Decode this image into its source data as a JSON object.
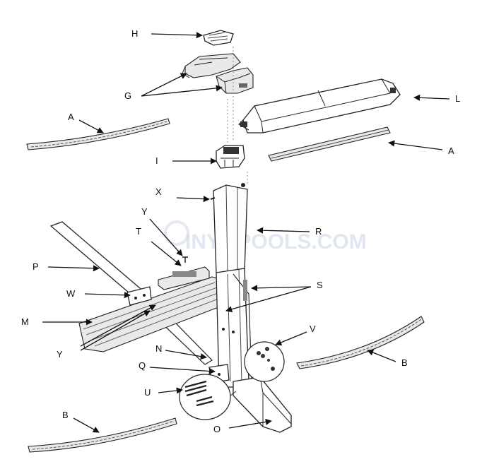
{
  "watermark": "INYOPOOLS.COM",
  "labels": {
    "H": "H",
    "G": "G",
    "L": "L",
    "A_left": "A",
    "A_right": "A",
    "I": "I",
    "X": "X",
    "Y_top": "Y",
    "T": "T",
    "R": "R",
    "P": "P",
    "S": "S",
    "W": "W",
    "M": "M",
    "V": "V",
    "Y_bottom": "Y",
    "N": "N",
    "B_right": "B",
    "Q": "Q",
    "U": "U",
    "B_left": "B",
    "O": "O"
  }
}
